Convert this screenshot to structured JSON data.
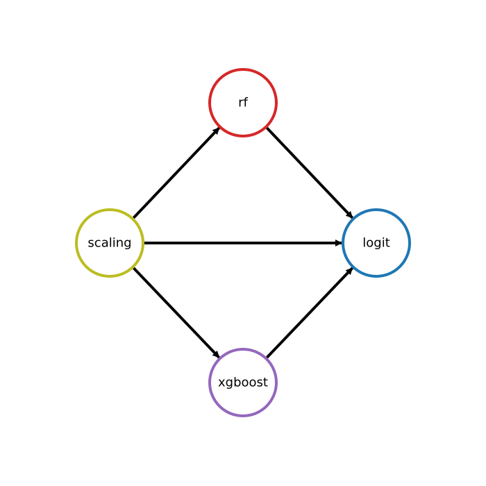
{
  "diagram": {
    "nodes": [
      {
        "id": "scaling",
        "label": "scaling",
        "color": "#bcbd22"
      },
      {
        "id": "rf",
        "label": "rf",
        "color": "#d62728"
      },
      {
        "id": "logit",
        "label": "logit",
        "color": "#1f77b4"
      },
      {
        "id": "xgboost",
        "label": "xgboost",
        "color": "#9467bd"
      }
    ],
    "edges": [
      {
        "from": "scaling",
        "to": "rf"
      },
      {
        "from": "scaling",
        "to": "logit"
      },
      {
        "from": "scaling",
        "to": "xgboost"
      },
      {
        "from": "rf",
        "to": "logit"
      },
      {
        "from": "xgboost",
        "to": "logit"
      }
    ],
    "edge_color": "#000000"
  }
}
